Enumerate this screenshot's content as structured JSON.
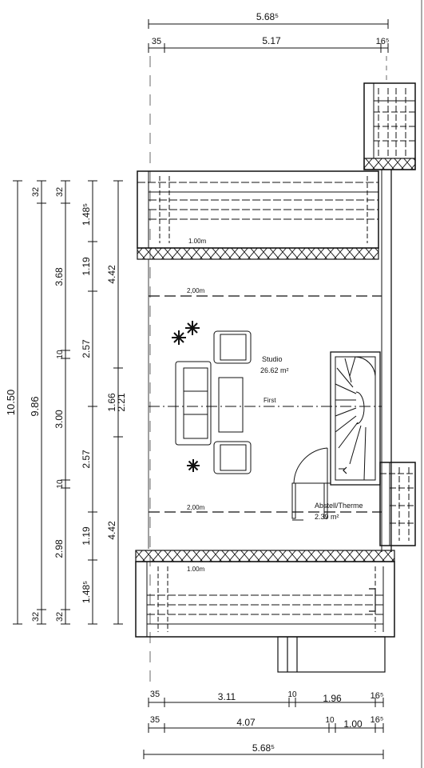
{
  "dims": {
    "top_total": "5.68⁵",
    "top_left": "35",
    "top_mid": "5.17",
    "top_right": "16⁵",
    "bot1_a": "35",
    "bot1_b": "3.11",
    "bot1_c": "10",
    "bot1_d": "1.96",
    "bot1_e": "16⁵",
    "bot2_a": "35",
    "bot2_b": "4.07",
    "bot2_c": "10",
    "bot2_d": "1.00",
    "bot2_e": "16⁵",
    "bot3_total": "5.68⁵",
    "c1_total": "10.50",
    "c2_top": "32",
    "c2_mid": "9.86",
    "c2_bot": "32",
    "c3_a": "32",
    "c3_b": "3.68",
    "c3_c": "10",
    "c3_d": "3.00",
    "c3_e": "10",
    "c3_f": "2.98",
    "c3_g": "32",
    "c4_a": "1.48⁵",
    "c4_b": "1.19",
    "c4_c": "2.57",
    "c4_d": "2.57",
    "c4_e": "1.19",
    "c4_f": "1.48⁵",
    "c5_a": "4.42",
    "c5_b1": "1.66",
    "c5_b2": "2.21",
    "c5_c": "4.42"
  },
  "labels": {
    "studio_name": "Studio",
    "studio_area": "26.62 m²",
    "first": "First",
    "line_200_top": "2,00m",
    "line_200_bot": "2,00m",
    "roof_100_top": "1.00m",
    "roof_100_bot": "1.00m",
    "abstell_name": "Abstell/Therme",
    "abstell_area": "2.39 m²"
  }
}
